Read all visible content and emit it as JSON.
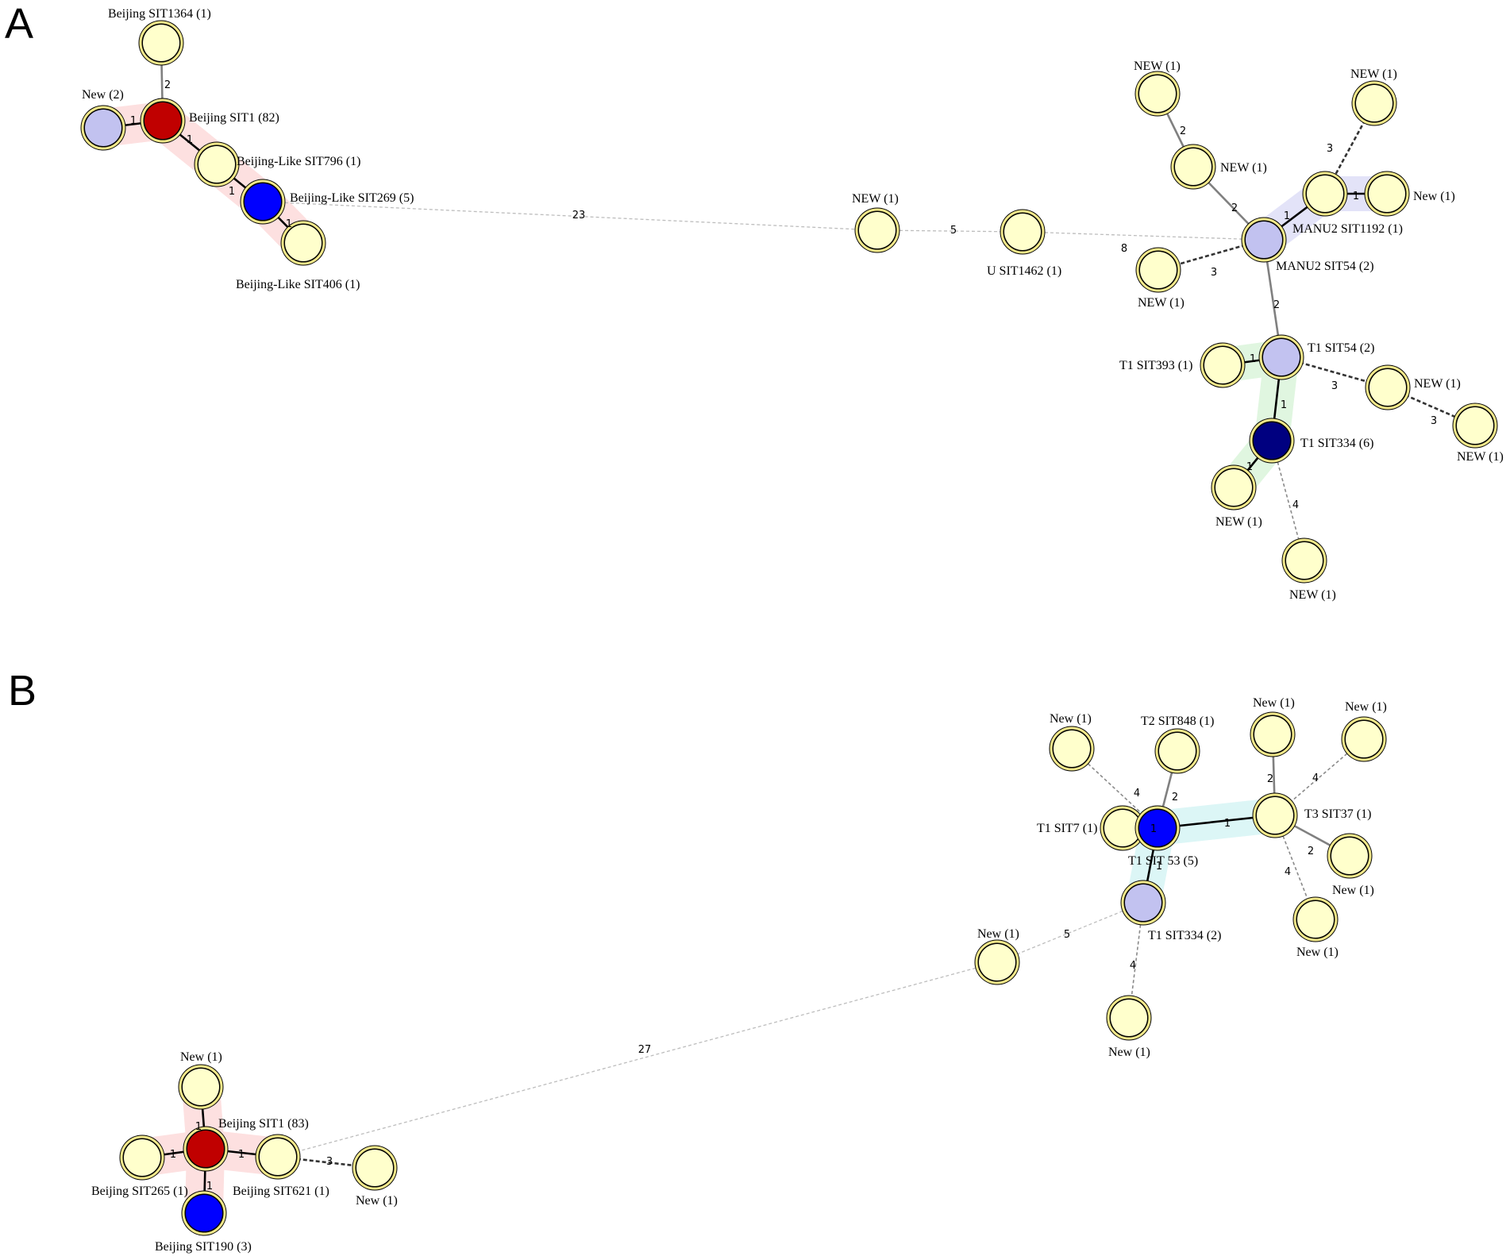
{
  "colors": {
    "red": "#c00000",
    "blue": "#0000ff",
    "navy": "#000080",
    "lavender": "#c2c2f0",
    "yellow": "#ffffcc",
    "hull_pink": "#fde0e0",
    "hull_lavender": "#e3e3f8",
    "hull_green": "#e0f6e0",
    "hull_cyan": "#dcf6f6"
  },
  "panels": [
    {
      "letter": "A",
      "nodes": [
        {
          "id": "a1",
          "label": "Beijing SIT1364 (1)",
          "fill": "yellow"
        },
        {
          "id": "a2",
          "label": "Beijing SIT1 (82)",
          "fill": "red"
        },
        {
          "id": "a3",
          "label": "New (2)",
          "fill": "lavender"
        },
        {
          "id": "a4",
          "label": "Beijing-Like SIT796 (1)",
          "fill": "yellow"
        },
        {
          "id": "a5",
          "label": "Beijing-Like SIT269 (5)",
          "fill": "blue"
        },
        {
          "id": "a6",
          "label": "Beijing-Like SIT406 (1)",
          "fill": "yellow"
        },
        {
          "id": "a7",
          "label": "NEW (1)",
          "fill": "yellow"
        },
        {
          "id": "a8",
          "label": "U SIT1462 (1)",
          "fill": "yellow"
        },
        {
          "id": "a9",
          "label": "MANU2 SIT54 (2)",
          "fill": "lavender"
        },
        {
          "id": "a10",
          "label": "NEW (1)",
          "fill": "yellow"
        },
        {
          "id": "a11",
          "label": "NEW (1)",
          "fill": "yellow"
        },
        {
          "id": "a12",
          "label": "NEW (1)",
          "fill": "yellow"
        },
        {
          "id": "a13",
          "label": "MANU2 SIT1192 (1)",
          "fill": "yellow"
        },
        {
          "id": "a14",
          "label": "New (1)",
          "fill": "yellow"
        },
        {
          "id": "a15",
          "label": "NEW (1)",
          "fill": "yellow"
        },
        {
          "id": "a16",
          "label": "T1 SIT54 (2)",
          "fill": "lavender"
        },
        {
          "id": "a17",
          "label": "T1 SIT393 (1)",
          "fill": "yellow"
        },
        {
          "id": "a18",
          "label": "NEW (1)",
          "fill": "yellow"
        },
        {
          "id": "a19",
          "label": "NEW (1)",
          "fill": "yellow"
        },
        {
          "id": "a20",
          "label": "T1 SIT334 (6)",
          "fill": "navy"
        },
        {
          "id": "a21",
          "label": "NEW (1)",
          "fill": "yellow"
        },
        {
          "id": "a22",
          "label": "NEW (1)",
          "fill": "yellow"
        }
      ],
      "edges": [
        {
          "from": "a1",
          "to": "a2",
          "label": "2"
        },
        {
          "from": "a3",
          "to": "a2",
          "label": "1"
        },
        {
          "from": "a2",
          "to": "a4",
          "label": "1"
        },
        {
          "from": "a4",
          "to": "a5",
          "label": "1"
        },
        {
          "from": "a5",
          "to": "a6",
          "label": "1"
        },
        {
          "from": "a5",
          "to": "a7",
          "label": "23"
        },
        {
          "from": "a7",
          "to": "a8",
          "label": "5"
        },
        {
          "from": "a8",
          "to": "a9",
          "label": "8"
        },
        {
          "from": "a10",
          "to": "a11",
          "label": "2"
        },
        {
          "from": "a11",
          "to": "a9",
          "label": "2"
        },
        {
          "from": "a12",
          "to": "a13",
          "label": "3"
        },
        {
          "from": "a9",
          "to": "a13",
          "label": "1"
        },
        {
          "from": "a13",
          "to": "a14",
          "label": "1"
        },
        {
          "from": "a9",
          "to": "a15",
          "label": "3"
        },
        {
          "from": "a9",
          "to": "a16",
          "label": "2"
        },
        {
          "from": "a17",
          "to": "a16",
          "label": "1"
        },
        {
          "from": "a16",
          "to": "a18",
          "label": "3"
        },
        {
          "from": "a18",
          "to": "a19",
          "label": "3"
        },
        {
          "from": "a16",
          "to": "a20",
          "label": "1"
        },
        {
          "from": "a20",
          "to": "a21",
          "label": "1"
        },
        {
          "from": "a20",
          "to": "a22",
          "label": "4"
        }
      ]
    },
    {
      "letter": "B",
      "nodes": [
        {
          "id": "b1",
          "label": "New  (1)",
          "fill": "yellow"
        },
        {
          "id": "b2",
          "label": "T2 SIT848 (1)",
          "fill": "yellow"
        },
        {
          "id": "b3",
          "label": "New  (1)",
          "fill": "yellow"
        },
        {
          "id": "b4",
          "label": "New  (1)",
          "fill": "yellow"
        },
        {
          "id": "b5",
          "label": "T1 SIT7 (1)",
          "fill": "yellow"
        },
        {
          "id": "b6",
          "label": "T1 SIT 53 (5)",
          "fill": "blue"
        },
        {
          "id": "b7",
          "label": "T3 SIT37 (1)",
          "fill": "yellow"
        },
        {
          "id": "b8",
          "label": "New  (1)",
          "fill": "yellow"
        },
        {
          "id": "b9",
          "label": "New  (1)",
          "fill": "yellow"
        },
        {
          "id": "b10",
          "label": "T1 SIT334 (2)",
          "fill": "lavender"
        },
        {
          "id": "b11",
          "label": "New  (1)",
          "fill": "yellow"
        },
        {
          "id": "b12",
          "label": "New  (1)",
          "fill": "yellow"
        },
        {
          "id": "b13",
          "label": "New (1)",
          "fill": "yellow"
        },
        {
          "id": "b14",
          "label": "Beijing SIT1 (83)",
          "fill": "red"
        },
        {
          "id": "b15",
          "label": "Beijing SIT265 (1)",
          "fill": "yellow"
        },
        {
          "id": "b16",
          "label": "Beijing SIT621 (1)",
          "fill": "yellow"
        },
        {
          "id": "b17",
          "label": "New  (1)",
          "fill": "yellow"
        },
        {
          "id": "b18",
          "label": "Beijing SIT190 (3)",
          "fill": "blue"
        }
      ],
      "edges": [
        {
          "from": "b1",
          "to": "b6",
          "label": "4"
        },
        {
          "from": "b2",
          "to": "b6",
          "label": "2"
        },
        {
          "from": "b5",
          "to": "b6",
          "label": "1"
        },
        {
          "from": "b6",
          "to": "b7",
          "label": "1"
        },
        {
          "from": "b6",
          "to": "b10",
          "label": "1"
        },
        {
          "from": "b3",
          "to": "b7",
          "label": "2"
        },
        {
          "from": "b4",
          "to": "b7",
          "label": "4"
        },
        {
          "from": "b7",
          "to": "b8",
          "label": "2"
        },
        {
          "from": "b7",
          "to": "b9",
          "label": "4"
        },
        {
          "from": "b10",
          "to": "b11",
          "label": "5"
        },
        {
          "from": "b10",
          "to": "b12",
          "label": "4"
        },
        {
          "from": "b11",
          "to": "b16",
          "label": "27"
        },
        {
          "from": "b13",
          "to": "b14",
          "label": "1"
        },
        {
          "from": "b15",
          "to": "b14",
          "label": "1"
        },
        {
          "from": "b14",
          "to": "b16",
          "label": "1"
        },
        {
          "from": "b14",
          "to": "b18",
          "label": "1"
        },
        {
          "from": "b16",
          "to": "b17",
          "label": "3"
        }
      ]
    }
  ]
}
